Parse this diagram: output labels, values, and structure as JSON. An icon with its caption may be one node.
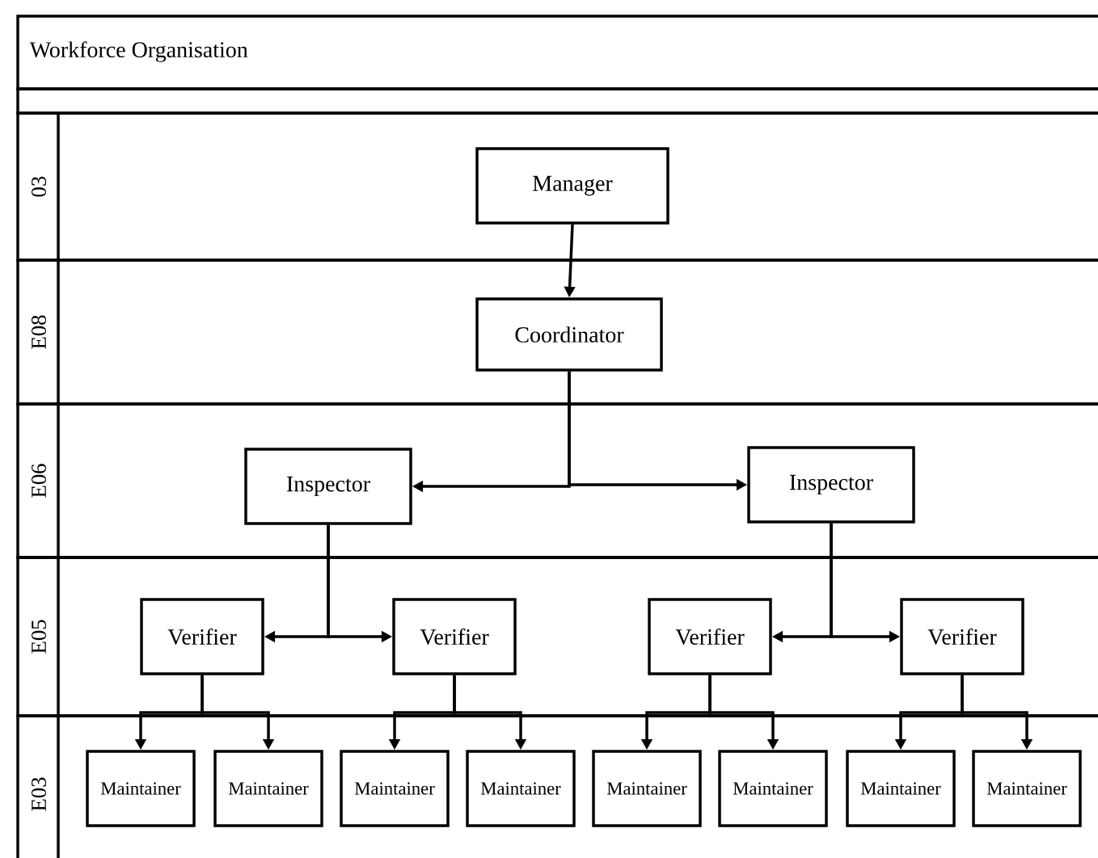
{
  "diagram": {
    "title": "Workforce Organisation",
    "nodes": [
      {
        "text": [
          "03"
        ]
      },
      {
        "text": [
          "E08"
        ]
      },
      {
        "text": [
          "E06"
        ]
      },
      {
        "text": [
          "E05"
        ]
      },
      {
        "text": [
          "E03"
        ]
      },
      {
        "text": [
          "Manager"
        ],
        "in": 0
      },
      {
        "text": [
          "Coordinator"
        ],
        "in": 1
      },
      {
        "text": [
          "Inspector"
        ],
        "in": 2
      },
      {
        "text": [
          "Inspector"
        ],
        "in": 2
      },
      {
        "text": [
          "Verifier"
        ],
        "in": 3
      },
      {
        "text": [
          "Verifier"
        ],
        "in": 3
      },
      {
        "text": [
          "Verifier"
        ],
        "in": 3
      },
      {
        "text": [
          "Verifier"
        ],
        "in": 3
      },
      {
        "text": [
          "Maintainer"
        ],
        "in": 4
      },
      {
        "text": [
          "Maintainer"
        ],
        "in": 4
      },
      {
        "text": [
          "Maintainer"
        ],
        "in": 4
      },
      {
        "text": [
          "Maintainer"
        ],
        "in": 4
      },
      {
        "text": [
          "Maintainer"
        ],
        "in": 4
      },
      {
        "text": [
          "Maintainer"
        ],
        "in": 4
      },
      {
        "text": [
          "Maintainer"
        ],
        "in": 4
      },
      {
        "text": [
          "Maintainer"
        ],
        "in": 4
      }
    ],
    "edges": [
      {
        "from": 5,
        "to": 6,
        "arrow": "to"
      },
      {
        "from": 6,
        "to": 7,
        "arrow": "to"
      },
      {
        "from": 6,
        "to": 8,
        "arrow": "to"
      },
      {
        "from": 7,
        "to": 9,
        "arrow": "to"
      },
      {
        "from": 7,
        "to": 10,
        "arrow": "to"
      },
      {
        "from": 8,
        "to": 11,
        "arrow": "to"
      },
      {
        "from": 8,
        "to": 12,
        "arrow": "to"
      },
      {
        "from": 9,
        "to": 13,
        "arrow": "to"
      },
      {
        "from": 9,
        "to": 14,
        "arrow": "to"
      },
      {
        "from": 10,
        "to": 15,
        "arrow": "to"
      },
      {
        "from": 10,
        "to": 16,
        "arrow": "to"
      },
      {
        "from": 11,
        "to": 17,
        "arrow": "to"
      },
      {
        "from": 11,
        "to": 18,
        "arrow": "to"
      },
      {
        "from": 12,
        "to": 19,
        "arrow": "to"
      },
      {
        "from": 12,
        "to": 20,
        "arrow": "to"
      }
    ]
  }
}
